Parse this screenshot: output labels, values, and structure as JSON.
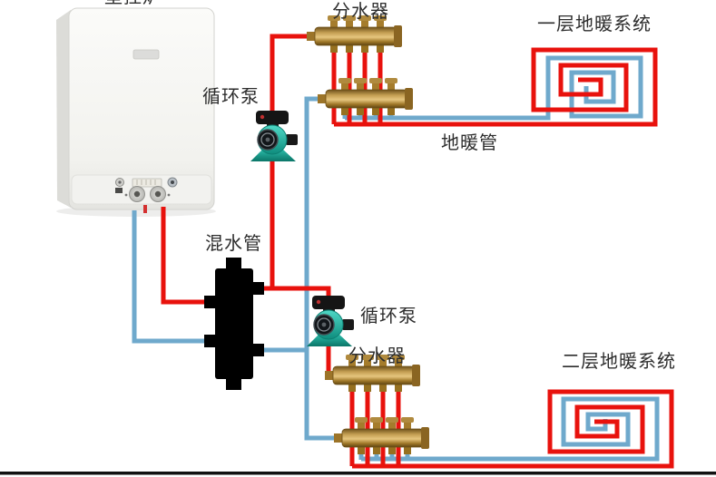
{
  "colors": {
    "supply_pipe": "#e8120d",
    "return_pipe": "#6fa9cc",
    "separator": "#000000"
  },
  "labels": {
    "boiler": "壁挂炉",
    "floor1_manifold": "分水器",
    "floor1_pump": "循环泵",
    "floor1_system": "一层地暖系统",
    "heating_pipe": "地暖管",
    "mixing_pipe": "混水管",
    "floor2_pump": "循环泵",
    "floor2_manifold": "分水器",
    "floor2_system": "二层地暖系统"
  }
}
